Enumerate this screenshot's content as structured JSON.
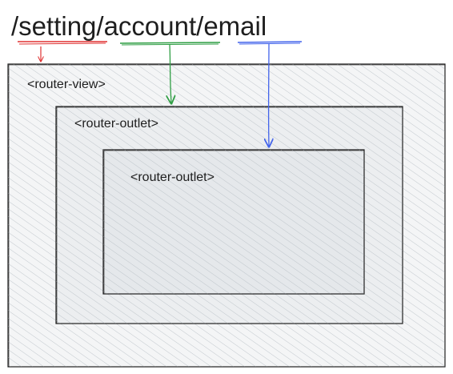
{
  "url_path": {
    "full": "/setting/account/email",
    "segments": [
      {
        "text": "/setting",
        "color": "#e03131"
      },
      {
        "text": "/account",
        "color": "#2f9e44"
      },
      {
        "text": "/email",
        "color": "#4263eb"
      }
    ]
  },
  "boxes": [
    {
      "id": "outer",
      "label": "<router-view>",
      "fill": "#f1f3f5",
      "stroke": "#1e1e1e"
    },
    {
      "id": "middle",
      "label": "<router-outlet>",
      "fill": "#e9ecef",
      "stroke": "#1e1e1e"
    },
    {
      "id": "inner",
      "label": "<router-outlet>",
      "fill": "#dee2e6",
      "stroke": "#1e1e1e"
    }
  ],
  "hatch_color": "#adb5bd"
}
